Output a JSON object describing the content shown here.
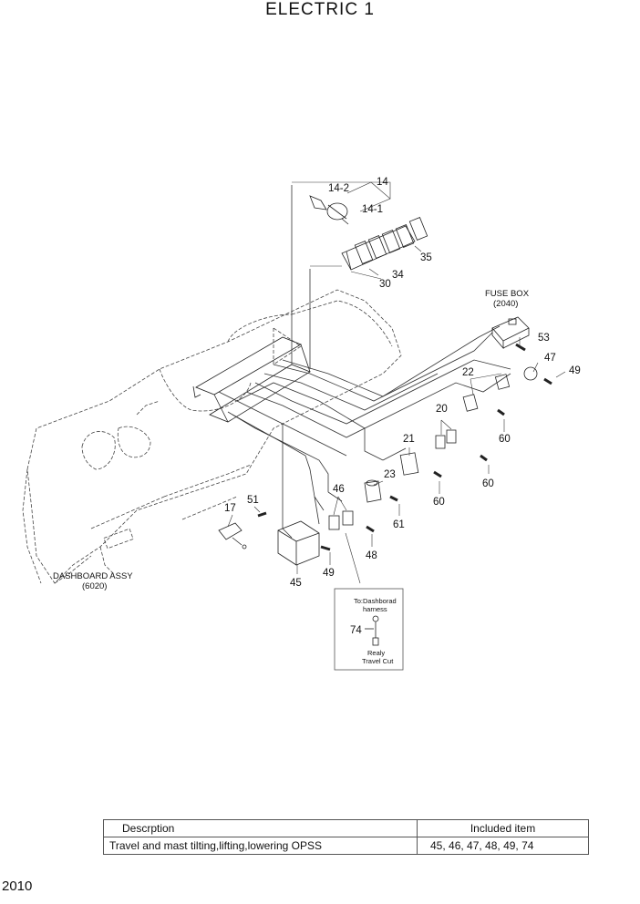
{
  "title": "ELECTRIC 1",
  "page_number": "2010",
  "callouts": {
    "c14": "14",
    "c14_2": "14-2",
    "c14_1": "14-1",
    "c35": "35",
    "c34": "34",
    "c30": "30",
    "c53": "53",
    "c47": "47",
    "c49a": "49",
    "c22": "22",
    "c60a": "60",
    "c20": "20",
    "c21": "21",
    "c60b": "60",
    "c23": "23",
    "c60c": "60",
    "c46": "46",
    "c61": "61",
    "c17": "17",
    "c51": "51",
    "c48": "48",
    "c49b": "49",
    "c45": "45",
    "c74": "74"
  },
  "labels": {
    "fuse_box": "FUSE BOX",
    "fuse_box_ref": "(2040)",
    "dashboard_assy": "DASHBOARD ASSY",
    "dashboard_assy_ref": "(6020)",
    "inset_top_1": "To:Dashborad",
    "inset_top_2": "harness",
    "inset_bottom_1": "Realy",
    "inset_bottom_2": "Travel Cut"
  },
  "table": {
    "headers": [
      "Descrption",
      "Included item"
    ],
    "rows": [
      [
        "Travel and mast tilting,lifting,lowering OPSS",
        "45, 46, 47, 48, 49, 74"
      ]
    ]
  }
}
